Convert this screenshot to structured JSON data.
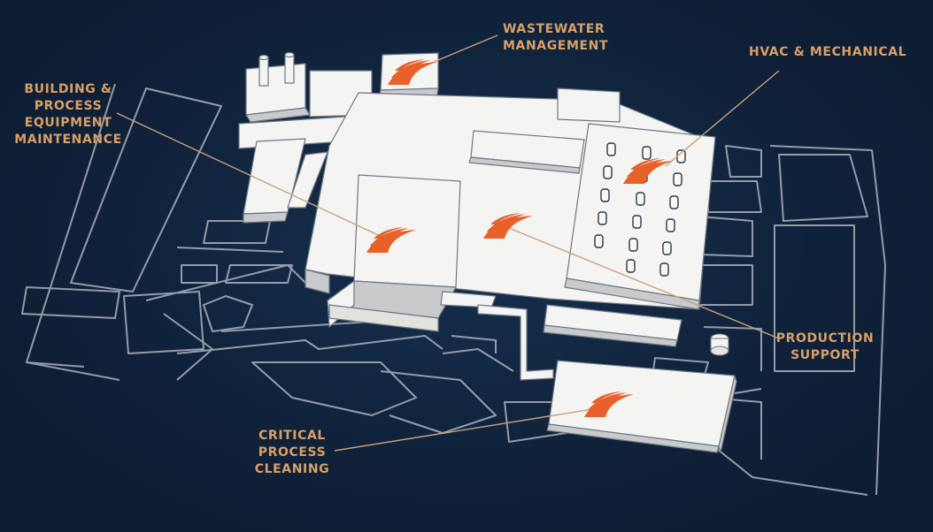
{
  "colors": {
    "background": "#0f2038",
    "label_text": "#d9a066",
    "leader_line": "#c9a27a",
    "marker": "#e8602a",
    "building": "#f4f4f2",
    "building_shadow": "#c9cacb",
    "outline": "#aab2bd"
  },
  "marker_icon": "flame-icon",
  "hotspots": [
    {
      "id": "wastewater",
      "lines": [
        "WASTEWATER",
        "MANAGEMENT"
      ]
    },
    {
      "id": "hvac",
      "lines": [
        "HVAC & MECHANICAL"
      ]
    },
    {
      "id": "building-maintenance",
      "lines": [
        "BUILDING &",
        "PROCESS",
        "EQUIPMENT",
        "MAINTENANCE"
      ]
    },
    {
      "id": "production-support",
      "lines": [
        "PRODUCTION",
        "SUPPORT"
      ]
    },
    {
      "id": "critical-cleaning",
      "lines": [
        "CRITICAL",
        "PROCESS",
        "CLEANING"
      ]
    }
  ]
}
